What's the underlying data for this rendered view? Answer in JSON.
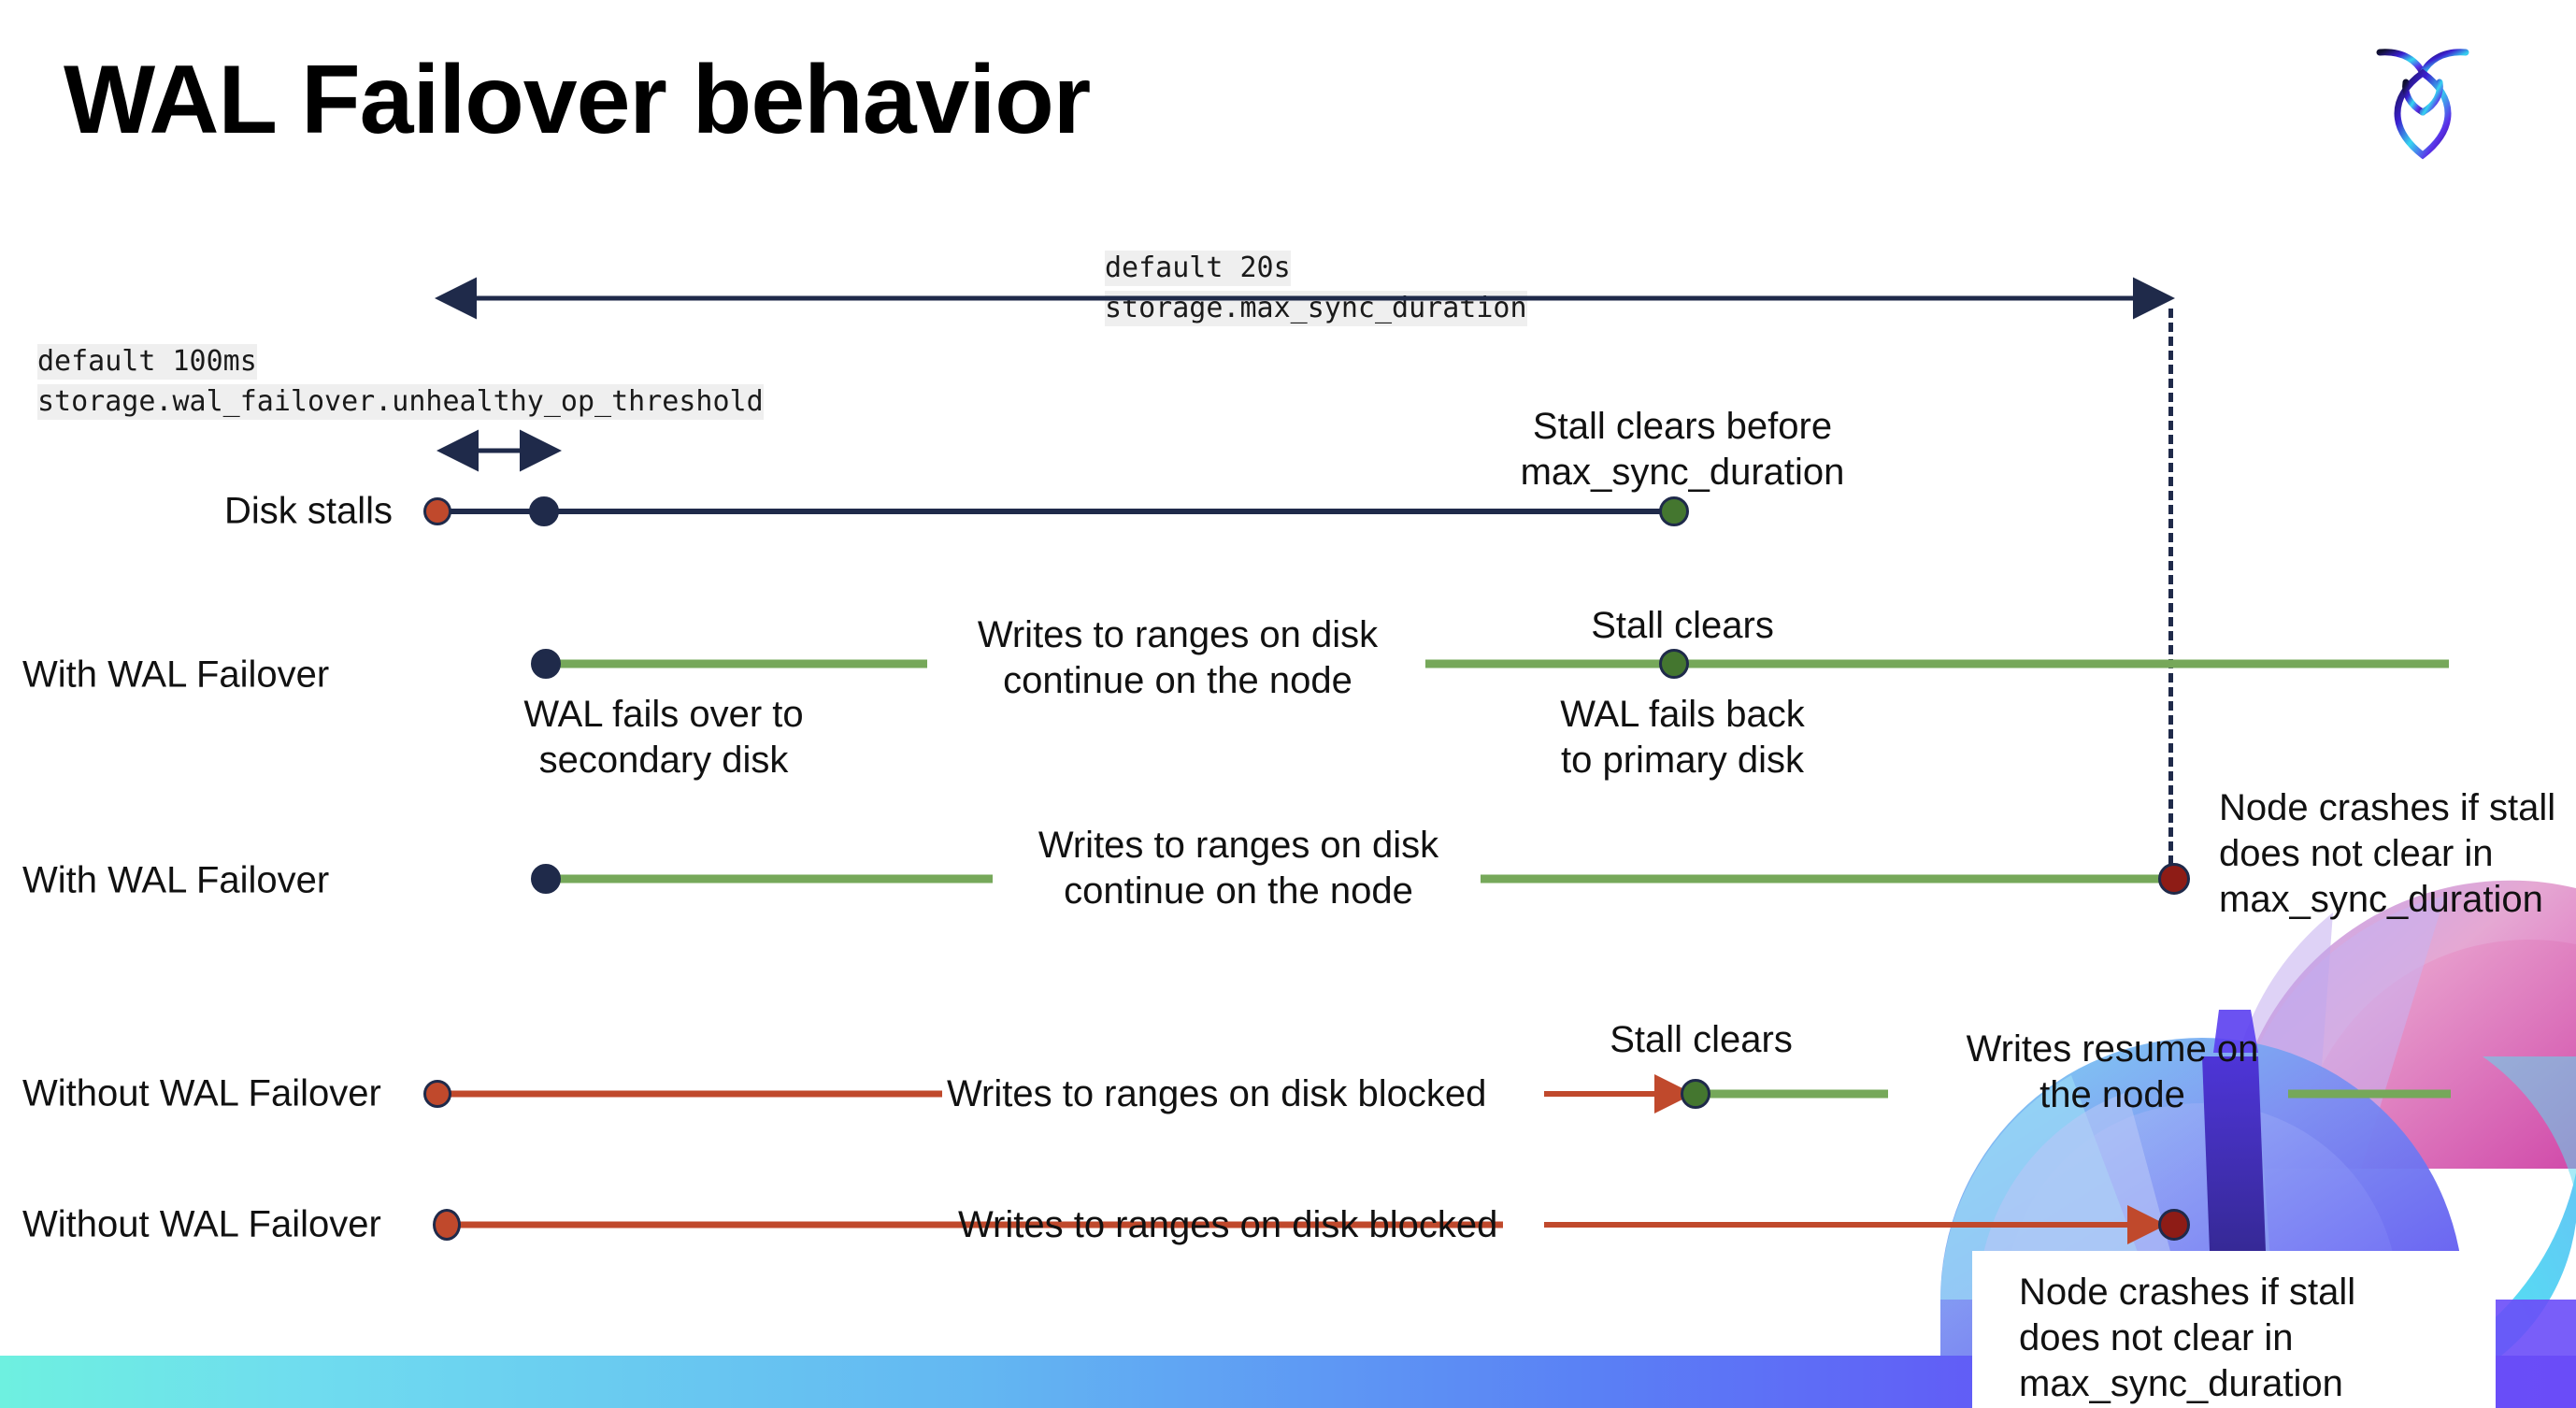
{
  "slide": {
    "title": "WAL Failover behavior",
    "logo_name": "cockroachdb-logo"
  },
  "settings": {
    "max_sync": {
      "default_label": "default 20s",
      "setting_name": "storage.max_sync_duration"
    },
    "unhealthy_op": {
      "default_label": "default 100ms",
      "setting_name": "storage.wal_failover.unhealthy_op_threshold"
    }
  },
  "rows": [
    {
      "label": "Disk stalls",
      "notes": [
        "Stall clears before\nmax_sync_duration"
      ]
    },
    {
      "label": "With WAL Failover",
      "notes": [
        "Writes to ranges on disk\ncontinue on the node",
        "WAL fails over to\nsecondary disk",
        "Stall clears",
        "WAL fails  back\nto primary disk"
      ]
    },
    {
      "label": "With WAL Failover",
      "notes": [
        "Writes to ranges on disk\ncontinue on the node",
        "Node crashes if stall\ndoes not clear in\nmax_sync_duration"
      ]
    },
    {
      "label": "Without WAL Failover",
      "notes": [
        "Writes to ranges on disk  blocked",
        "Stall clears",
        "Writes resume on\nthe node"
      ]
    },
    {
      "label": "Without WAL Failover",
      "notes": [
        "Writes to ranges on disk  blocked",
        "Node crashes if stall\ndoes not clear in\nmax_sync_duration"
      ]
    }
  ],
  "colors": {
    "navy": "#1f2a4a",
    "red": "#c0492c",
    "green_line": "#76a85a",
    "green_dot": "#44762f",
    "dark_red_dot": "#8e1c16",
    "code_bg": "#efefef",
    "bottom_bar_start": "#6ef0e0",
    "bottom_bar_end": "#6a4cf8"
  }
}
